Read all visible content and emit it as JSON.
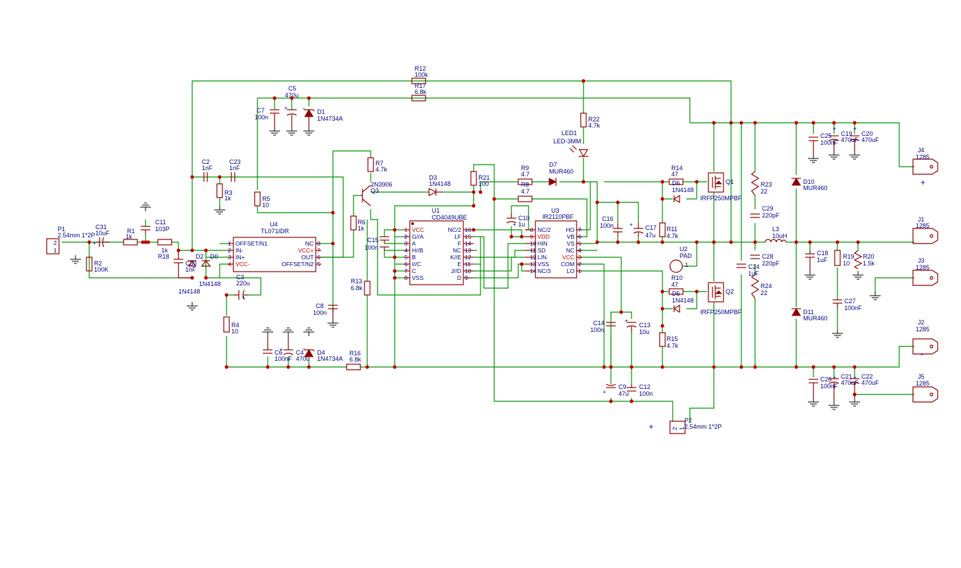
{
  "components": {
    "P1": {
      "ref": "P1",
      "value": "2.54mm 1*2P",
      "pins": [
        "2",
        "1"
      ]
    },
    "P2": {
      "ref": "P2",
      "value": "2.54mm 1*2P",
      "pins": [
        "2",
        "1"
      ]
    },
    "C31": {
      "ref": "C31",
      "value": "10uF"
    },
    "R1": {
      "ref": "R1",
      "value": "1k"
    },
    "C11": {
      "ref": "C11",
      "value": "103P"
    },
    "R18": {
      "ref": "R18",
      "value": "1k"
    },
    "R2": {
      "ref": "R2",
      "value": "100K"
    },
    "C30": {
      "ref": "C30",
      "value": "1nF"
    },
    "D2": {
      "ref": "D2",
      "value": "1N4148"
    },
    "D0": {
      "ref": "D0",
      "value": "1N4148"
    },
    "C2": {
      "ref": "C2",
      "value": "1nF"
    },
    "C23": {
      "ref": "C23",
      "value": "1nF"
    },
    "R3": {
      "ref": "R3",
      "value": "1k"
    },
    "R5": {
      "ref": "R5",
      "value": "10"
    },
    "C7": {
      "ref": "C7",
      "value": "100n"
    },
    "C5": {
      "ref": "C5",
      "value": "470u"
    },
    "D1": {
      "ref": "D1",
      "value": "1N4734A"
    },
    "R12": {
      "ref": "R12",
      "value": "100k"
    },
    "R17": {
      "ref": "R17",
      "value": "6.8k"
    },
    "R22": {
      "ref": "R22",
      "value": "4.7k"
    },
    "LED1": {
      "ref": "LED1",
      "value": "LED-3MM"
    },
    "U4": {
      "ref": "U4",
      "value": "TL071IDR"
    },
    "C3": {
      "ref": "C3",
      "value": "220u"
    },
    "C8": {
      "ref": "C8",
      "value": "100n"
    },
    "R4": {
      "ref": "R4",
      "value": "10"
    },
    "C6": {
      "ref": "C6",
      "value": "100nF"
    },
    "C4": {
      "ref": "C4",
      "value": "470u"
    },
    "D4": {
      "ref": "D4",
      "value": "1N4734A"
    },
    "R16": {
      "ref": "R16",
      "value": "6.8k"
    },
    "R7": {
      "ref": "R7",
      "value": "4.7k"
    },
    "Q3": {
      "ref": "Q3",
      "value": "2N3906"
    },
    "R6": {
      "ref": "R6",
      "value": "1k"
    },
    "R13": {
      "ref": "R13",
      "value": "6.8k"
    },
    "D3": {
      "ref": "D3",
      "value": "1N4148"
    },
    "C15": {
      "ref": "C15",
      "value": "100n"
    },
    "U1": {
      "ref": "U1",
      "value": "CD4049UBE"
    },
    "R21": {
      "ref": "R21",
      "value": "100"
    },
    "R9": {
      "ref": "R9",
      "value": "4.7"
    },
    "R8": {
      "ref": "R8",
      "value": "4.7"
    },
    "D7": {
      "ref": "D7",
      "value": "MUR460"
    },
    "C10": {
      "ref": "C10",
      "value": "1u"
    },
    "U3": {
      "ref": "U3",
      "value": "IR2110PBF"
    },
    "C16": {
      "ref": "C16",
      "value": "100n"
    },
    "C17": {
      "ref": "C17",
      "value": "47u"
    },
    "R14": {
      "ref": "R14",
      "value": "47"
    },
    "D6": {
      "ref": "D6",
      "value": "1N4148"
    },
    "R11": {
      "ref": "R11",
      "value": "4.7k"
    },
    "Q1": {
      "ref": "Q1",
      "value": "IRFP250MPBF"
    },
    "Q2": {
      "ref": "Q2",
      "value": "IRFP250MPBF"
    },
    "U2": {
      "ref": "U2",
      "value": "PAD",
      "pin": "1"
    },
    "R10": {
      "ref": "R10",
      "value": "47"
    },
    "D5": {
      "ref": "D5",
      "value": "1N4148"
    },
    "R15": {
      "ref": "R15",
      "value": "4.7k"
    },
    "C14": {
      "ref": "C14",
      "value": "100n"
    },
    "C13": {
      "ref": "C13",
      "value": "10u"
    },
    "C9": {
      "ref": "C9",
      "value": "47u"
    },
    "C12": {
      "ref": "C12",
      "value": "100n"
    },
    "R23": {
      "ref": "R23",
      "value": "22"
    },
    "C29": {
      "ref": "C29",
      "value": "220pF"
    },
    "C24": {
      "ref": "C24",
      "value": "1uF"
    },
    "C28": {
      "ref": "C28",
      "value": "220pF"
    },
    "R24": {
      "ref": "R24",
      "value": "22"
    },
    "L3": {
      "ref": "L3",
      "value": "10uH"
    },
    "C25": {
      "ref": "C25",
      "value": "100nF"
    },
    "C19": {
      "ref": "C19",
      "value": "470uF"
    },
    "C20": {
      "ref": "C20",
      "value": "470uF"
    },
    "D10": {
      "ref": "D10",
      "value": "MUR460"
    },
    "D11": {
      "ref": "D11",
      "value": "MUR460"
    },
    "C18": {
      "ref": "C18",
      "value": "1uF"
    },
    "R19": {
      "ref": "R19",
      "value": "10"
    },
    "R20": {
      "ref": "R20",
      "value": "1.5k"
    },
    "C27": {
      "ref": "C27",
      "value": "100nF"
    },
    "C26": {
      "ref": "C26",
      "value": "100nF"
    },
    "C21": {
      "ref": "C21",
      "value": "470uF"
    },
    "C22": {
      "ref": "C22",
      "value": "470uF"
    },
    "J1": {
      "ref": "J1",
      "value": "1285"
    },
    "J2": {
      "ref": "J2",
      "value": "1285"
    },
    "J3": {
      "ref": "J3",
      "value": "1285"
    },
    "J4": {
      "ref": "J4",
      "value": "1285"
    },
    "J5": {
      "ref": "J5",
      "value": "1285"
    }
  },
  "u4_pins": {
    "left": [
      {
        "num": "1",
        "name": "OFFSET/N1"
      },
      {
        "num": "2",
        "name": "IN-"
      },
      {
        "num": "3",
        "name": "IN+"
      },
      {
        "num": "4",
        "name": "VCC-"
      }
    ],
    "right": [
      {
        "num": "8",
        "name": "NC"
      },
      {
        "num": "7",
        "name": "VCC+"
      },
      {
        "num": "6",
        "name": "OUT"
      },
      {
        "num": "5",
        "name": "OFFSET/N2"
      }
    ]
  },
  "u1_pins": {
    "left": [
      {
        "num": "1",
        "name": "VCC"
      },
      {
        "num": "2",
        "name": "G//A"
      },
      {
        "num": "3",
        "name": "A"
      },
      {
        "num": "4",
        "name": "H//B"
      },
      {
        "num": "5",
        "name": "B"
      },
      {
        "num": "6",
        "name": "I//C"
      },
      {
        "num": "7",
        "name": "C"
      },
      {
        "num": "8",
        "name": "VSS"
      }
    ],
    "right": [
      {
        "num": "16",
        "name": "NC/2"
      },
      {
        "num": "15",
        "name": "LF"
      },
      {
        "num": "14",
        "name": "F"
      },
      {
        "num": "13",
        "name": "NC"
      },
      {
        "num": "12",
        "name": "K//E"
      },
      {
        "num": "11",
        "name": "E"
      },
      {
        "num": "10",
        "name": "J//D"
      },
      {
        "num": "9",
        "name": "D"
      }
    ]
  },
  "u3_pins": {
    "left": [
      {
        "num": "8",
        "name": "NC/2"
      },
      {
        "num": "9",
        "name": "VDD"
      },
      {
        "num": "10",
        "name": "HIN"
      },
      {
        "num": "11",
        "name": "SD"
      },
      {
        "num": "12",
        "name": "LIN"
      },
      {
        "num": "13",
        "name": "VSS"
      },
      {
        "num": "14",
        "name": "NC/3"
      }
    ],
    "right": [
      {
        "num": "7",
        "name": "HO"
      },
      {
        "num": "6",
        "name": "VB"
      },
      {
        "num": "5",
        "name": "VS"
      },
      {
        "num": "4",
        "name": "NC"
      },
      {
        "num": "3",
        "name": "VCC"
      },
      {
        "num": "2",
        "name": "COM"
      },
      {
        "num": "1",
        "name": "LO"
      }
    ]
  },
  "polarity": {
    "plus": "+",
    "minus": "-"
  },
  "colors": {
    "wire": "#009100",
    "part": "#8b0000",
    "text": "#000080",
    "power_pin": "#c00000",
    "junction": "#c00000"
  }
}
